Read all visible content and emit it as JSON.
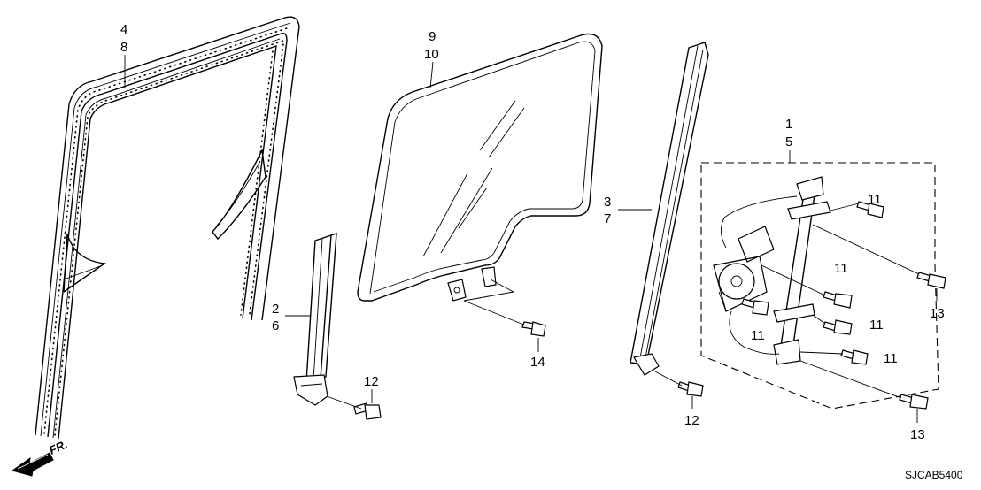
{
  "callouts": {
    "c4": "4",
    "c8": "8",
    "c9": "9",
    "c10": "10",
    "c2": "2",
    "c6": "6",
    "c12a": "12",
    "c14": "14",
    "c3": "3",
    "c7": "7",
    "c12b": "12",
    "c1": "1",
    "c5": "5",
    "c11a": "11",
    "c11b": "11",
    "c11c": "11",
    "c11d": "11",
    "c11e": "11",
    "c13a": "13",
    "c13b": "13"
  },
  "direction_label": "FR.",
  "diagram_code": "SJCAB5400"
}
